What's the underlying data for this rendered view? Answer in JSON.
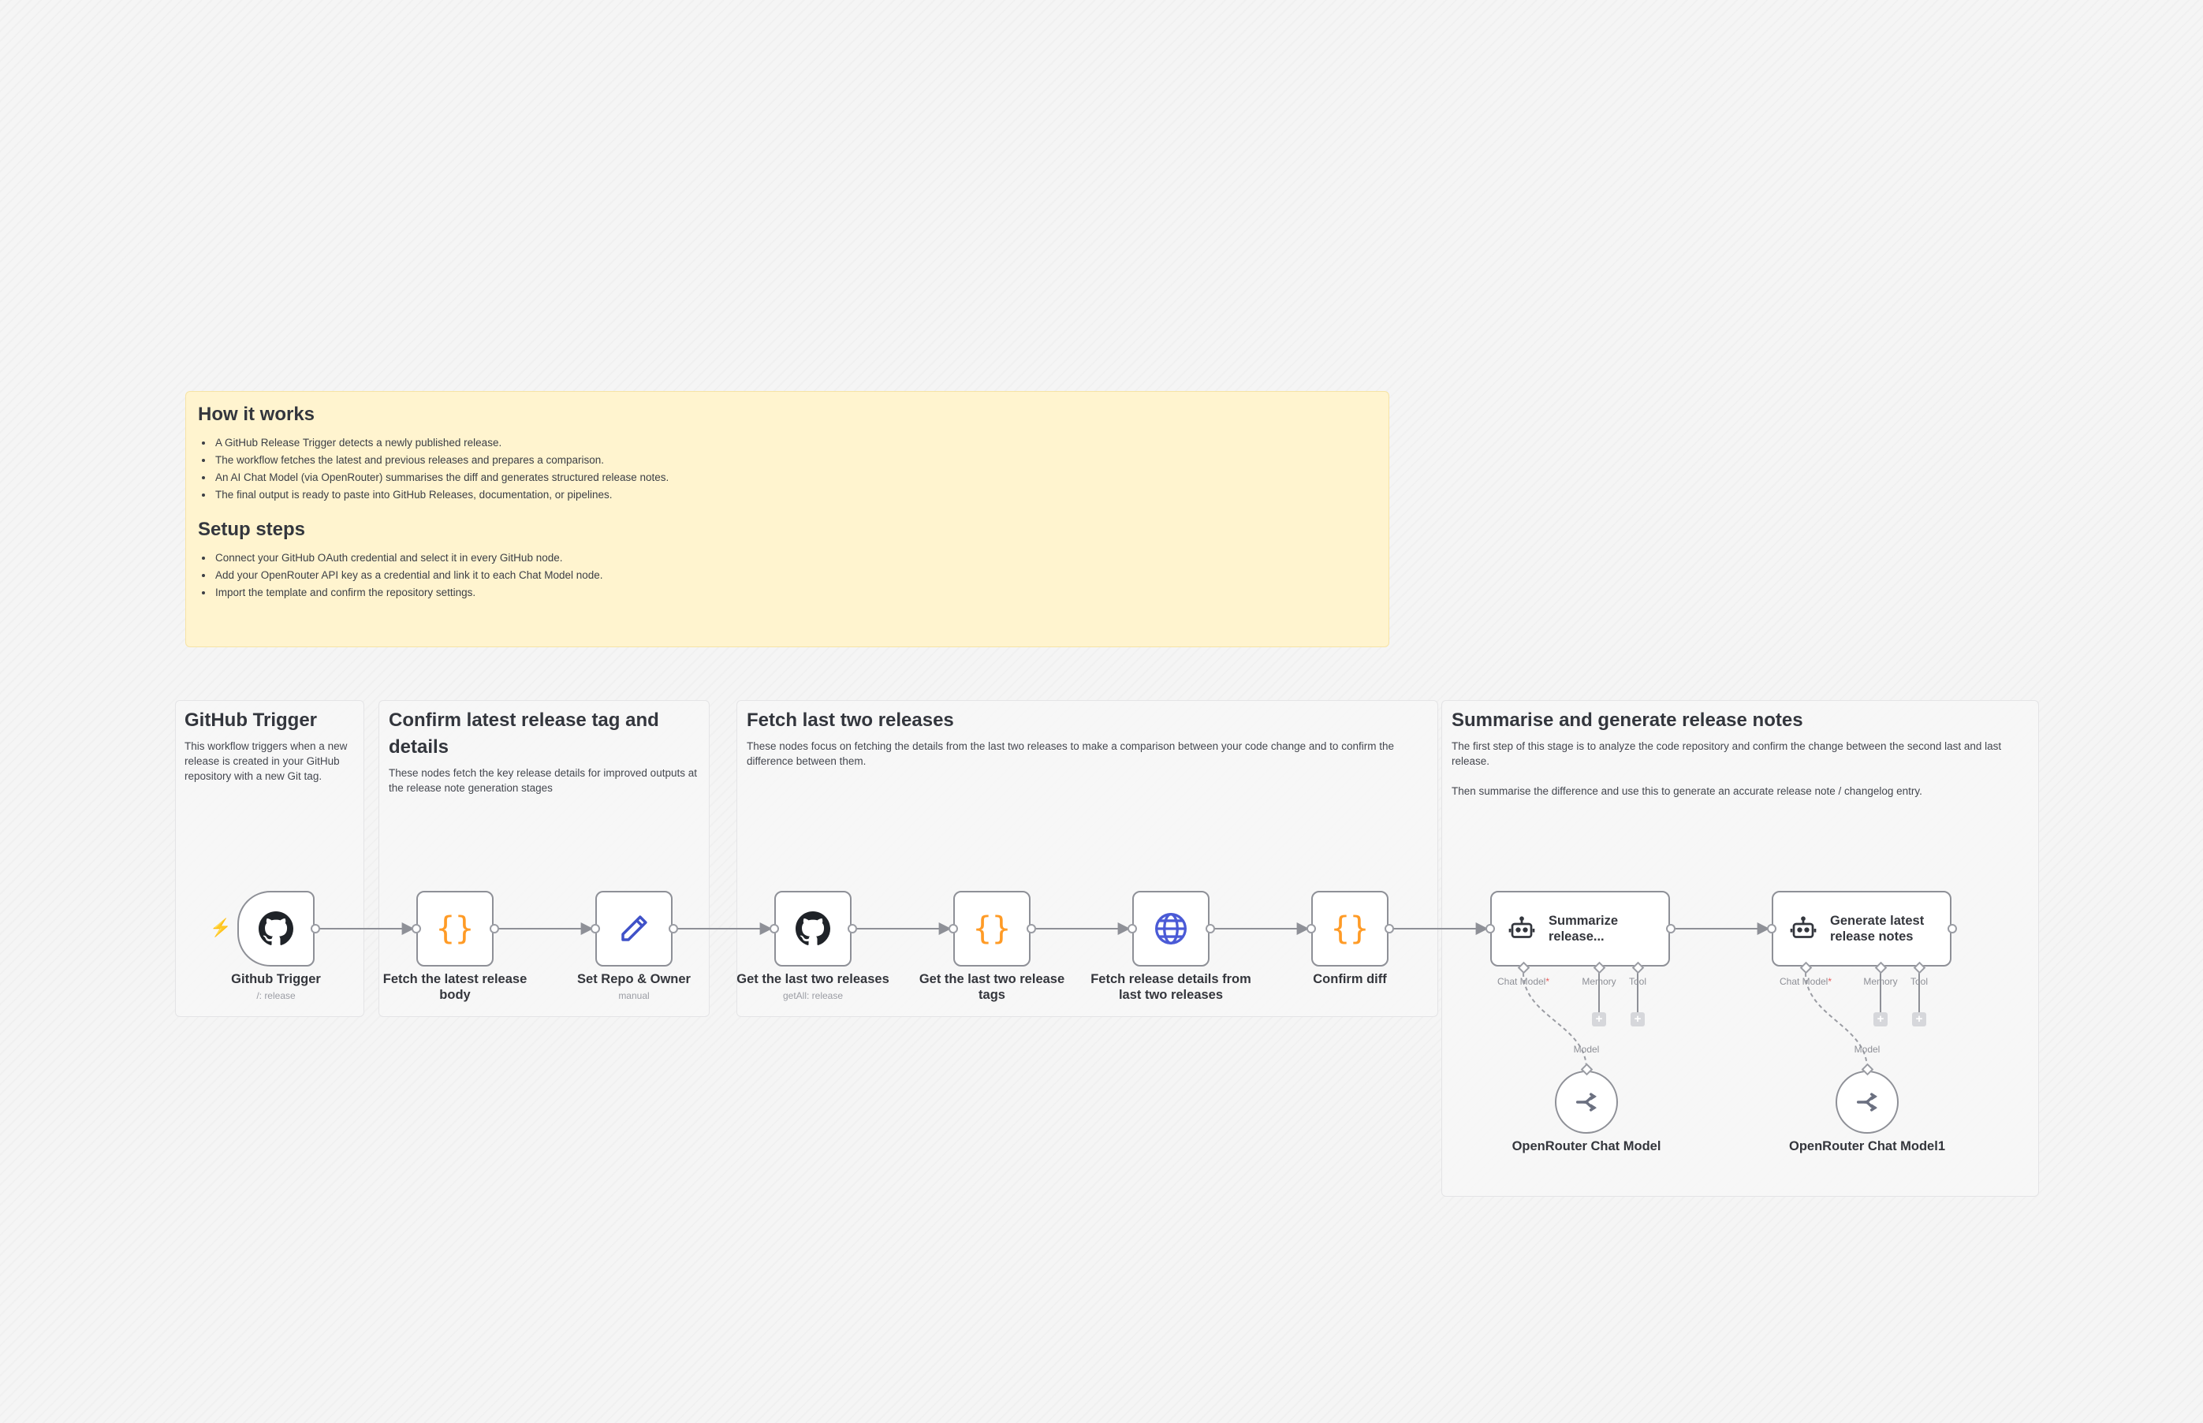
{
  "how_it_works": {
    "title": "How it works",
    "bullets": [
      "A GitHub Release Trigger detects a newly published release.",
      "The workflow fetches the latest and previous releases and prepares a comparison.",
      "An AI Chat Model (via OpenRouter) summarises the diff and generates structured release notes.",
      "The final output is ready to paste into GitHub Releases, documentation, or pipelines."
    ],
    "setup_title": "Setup steps",
    "setup_bullets": [
      "Connect your GitHub OAuth credential and select it in every GitHub node.",
      "Add your OpenRouter API key as a credential and link it to each Chat Model node.",
      "Import the template and confirm the repository settings."
    ]
  },
  "groups": {
    "trigger": {
      "title": "GitHub Trigger",
      "desc": "This workflow triggers when a new release is created in your GitHub repository with a new Git tag."
    },
    "confirm": {
      "title": "Confirm latest release tag and details",
      "desc": "These nodes fetch the key release details for improved outputs at the release note generation stages"
    },
    "fetch": {
      "title": "Fetch last two releases",
      "desc": "These nodes focus on fetching the details from the last two releases to make a comparison between your code change and to confirm the difference between them."
    },
    "summarise": {
      "title": "Summarise and generate release notes",
      "desc1": "The first step of this stage is to analyze the code repository and confirm the change between the second last and last release.",
      "desc2": "Then summarise the difference and use this to generate an accurate release note / changelog entry."
    }
  },
  "nodes": {
    "github_trigger": {
      "label": "Github Trigger",
      "sub": "/: release",
      "icon": "github-icon"
    },
    "fetch_latest": {
      "label": "Fetch the latest release body",
      "icon": "code-braces-icon"
    },
    "set_repo": {
      "label": "Set Repo & Owner",
      "sub": "manual",
      "icon": "pencil-icon"
    },
    "get_last_two": {
      "label": "Get the last two releases",
      "sub": "getAll: release",
      "icon": "github-icon"
    },
    "get_tags": {
      "label": "Get the last two release tags",
      "icon": "code-braces-icon"
    },
    "fetch_details": {
      "label": "Fetch release details from last two releases",
      "icon": "globe-icon"
    },
    "confirm_diff": {
      "label": "Confirm diff",
      "icon": "code-braces-icon"
    },
    "summarize": {
      "label": "Summarize release...",
      "icon": "robot-icon"
    },
    "generate": {
      "label": "Generate latest release notes",
      "icon": "robot-icon"
    },
    "openrouter1": {
      "label": "OpenRouter Chat Model",
      "icon": "openrouter-icon"
    },
    "openrouter2": {
      "label": "OpenRouter Chat Model1",
      "icon": "openrouter-icon"
    }
  },
  "ports": {
    "chat_model": "Chat Model",
    "required_mark": "*",
    "memory": "Memory",
    "tool": "Tool",
    "model": "Model",
    "plus": "+"
  },
  "colors": {
    "braces": "#ff9b26",
    "pencil": "#3f51c8",
    "globe": "#4a5ad6",
    "trigger_bolt": "#ff6d5a",
    "sticky_yellow": "#fff4cf"
  }
}
